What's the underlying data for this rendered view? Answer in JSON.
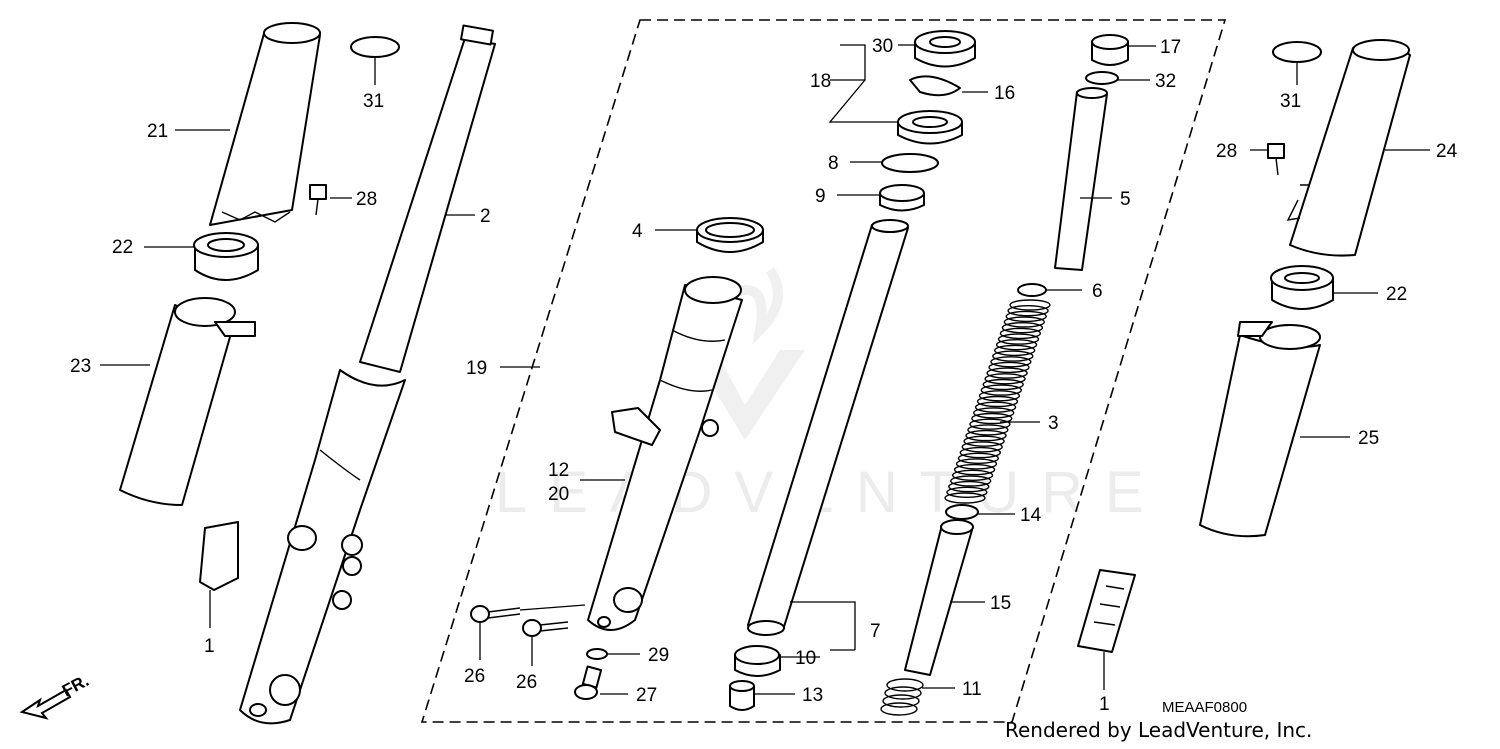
{
  "diagram": {
    "code": "MEAAF0800",
    "credit": "Rendered by LeadVenture, Inc.",
    "watermark": "LEADVENTURE",
    "direction_marker": "FR.",
    "callouts": {
      "c1a": "1",
      "c1b": "1",
      "c2": "2",
      "c3": "3",
      "c4": "4",
      "c5": "5",
      "c6": "6",
      "c7": "7",
      "c8": "8",
      "c9": "9",
      "c10": "10",
      "c11": "11",
      "c12": "12",
      "c13": "13",
      "c14": "14",
      "c15": "15",
      "c16": "16",
      "c17": "17",
      "c18": "18",
      "c19": "19",
      "c20": "20",
      "c21": "21",
      "c22a": "22",
      "c22b": "22",
      "c23": "23",
      "c24": "24",
      "c25": "25",
      "c26a": "26",
      "c26b": "26",
      "c27": "27",
      "c28a": "28",
      "c28b": "28",
      "c29": "29",
      "c30": "30",
      "c31a": "31",
      "c31b": "31",
      "c32": "32"
    }
  }
}
